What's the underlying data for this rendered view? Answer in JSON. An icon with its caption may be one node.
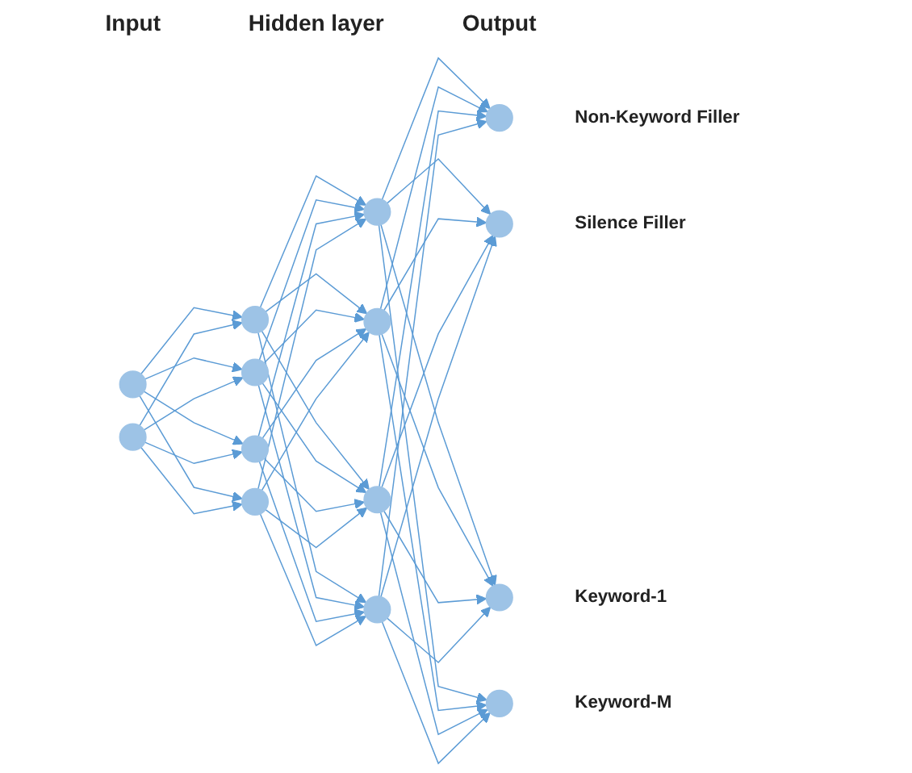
{
  "diagram": {
    "nodes": [
      {
        "text": [],
        "shape": "circle"
      },
      {
        "text": [],
        "shape": "circle"
      },
      {
        "text": [],
        "shape": "circle"
      },
      {
        "text": [],
        "shape": "circle"
      },
      {
        "text": [],
        "shape": "circle"
      },
      {
        "text": [],
        "shape": "circle"
      },
      {
        "text": [],
        "shape": "circle"
      },
      {
        "text": [],
        "shape": "circle"
      },
      {
        "text": [],
        "shape": "circle"
      },
      {
        "text": [],
        "shape": "circle"
      },
      {
        "text": [],
        "shape": "circle",
        "beside": [
          "Non-Keyword Filler"
        ]
      },
      {
        "text": [],
        "shape": "circle",
        "beside": [
          "Silence Filler"
        ]
      },
      {
        "text": [],
        "shape": "circle",
        "beside": [
          "Keyword-1"
        ]
      },
      {
        "text": [],
        "shape": "circle",
        "beside": [
          "Keyword-M"
        ]
      }
    ],
    "edges": [
      {
        "from": 0,
        "to": 2,
        "arrow": "to"
      },
      {
        "from": 0,
        "to": 3,
        "arrow": "to"
      },
      {
        "from": 0,
        "to": 4,
        "arrow": "to"
      },
      {
        "from": 0,
        "to": 5,
        "arrow": "to"
      },
      {
        "from": 1,
        "to": 2,
        "arrow": "to"
      },
      {
        "from": 1,
        "to": 3,
        "arrow": "to"
      },
      {
        "from": 1,
        "to": 4,
        "arrow": "to"
      },
      {
        "from": 1,
        "to": 5,
        "arrow": "to"
      },
      {
        "from": 2,
        "to": 6,
        "arrow": "to"
      },
      {
        "from": 2,
        "to": 7,
        "arrow": "to"
      },
      {
        "from": 2,
        "to": 8,
        "arrow": "to"
      },
      {
        "from": 2,
        "to": 9,
        "arrow": "to"
      },
      {
        "from": 3,
        "to": 6,
        "arrow": "to"
      },
      {
        "from": 3,
        "to": 7,
        "arrow": "to"
      },
      {
        "from": 3,
        "to": 8,
        "arrow": "to"
      },
      {
        "from": 3,
        "to": 9,
        "arrow": "to"
      },
      {
        "from": 4,
        "to": 6,
        "arrow": "to"
      },
      {
        "from": 4,
        "to": 7,
        "arrow": "to"
      },
      {
        "from": 4,
        "to": 8,
        "arrow": "to"
      },
      {
        "from": 4,
        "to": 9,
        "arrow": "to"
      },
      {
        "from": 5,
        "to": 6,
        "arrow": "to"
      },
      {
        "from": 5,
        "to": 7,
        "arrow": "to"
      },
      {
        "from": 5,
        "to": 8,
        "arrow": "to"
      },
      {
        "from": 5,
        "to": 9,
        "arrow": "to"
      },
      {
        "from": 6,
        "to": 10,
        "arrow": "to"
      },
      {
        "from": 6,
        "to": 11,
        "arrow": "to"
      },
      {
        "from": 6,
        "to": 12,
        "arrow": "to"
      },
      {
        "from": 6,
        "to": 13,
        "arrow": "to"
      },
      {
        "from": 7,
        "to": 10,
        "arrow": "to"
      },
      {
        "from": 7,
        "to": 11,
        "arrow": "to"
      },
      {
        "from": 7,
        "to": 12,
        "arrow": "to"
      },
      {
        "from": 7,
        "to": 13,
        "arrow": "to"
      },
      {
        "from": 8,
        "to": 10,
        "arrow": "to"
      },
      {
        "from": 8,
        "to": 11,
        "arrow": "to"
      },
      {
        "from": 8,
        "to": 12,
        "arrow": "to"
      },
      {
        "from": 8,
        "to": 13,
        "arrow": "to"
      },
      {
        "from": 9,
        "to": 10,
        "arrow": "to"
      },
      {
        "from": 9,
        "to": 11,
        "arrow": "to"
      },
      {
        "from": 9,
        "to": 12,
        "arrow": "to"
      },
      {
        "from": 9,
        "to": 13,
        "arrow": "to"
      }
    ],
    "labels": [
      "Input",
      "Hidden layer",
      "Output"
    ]
  }
}
